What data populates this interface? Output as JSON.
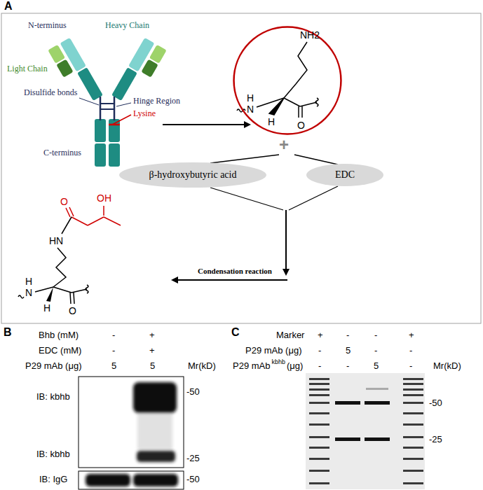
{
  "diagram": {
    "nodes": [
      {
        "text": [
          "NH2",
          "H",
          "N",
          "H",
          "O"
        ]
      },
      {
        "text": [
          "β-hydroxybutyric acid"
        ]
      },
      {
        "text": [
          "EDC"
        ]
      }
    ],
    "labels": [
      "A",
      "N-terminus",
      "Heavy Chain",
      "Light Chain",
      "Disulfide bonds",
      "Hinge Region",
      "Lysine",
      "C-terminus",
      "+",
      "Condensation reaction",
      "OH",
      "O",
      "HN",
      "H",
      "N",
      "H",
      "O",
      "B",
      "Bhb (mM)",
      "-",
      "+",
      "EDC (mM)",
      "-",
      "+",
      "P29 mAb (μg)",
      "5",
      "5",
      "Mr(kD)",
      "IB: kbhb",
      "-50",
      "IB: kbhb",
      "-25",
      "IB: IgG",
      "-50",
      "C",
      "Marker",
      "+",
      "-",
      "-",
      "+",
      "P29 mAb (μg)",
      "-",
      "5",
      "-",
      "-",
      "P29 mAb",
      "kbhb",
      "(μg)",
      "-",
      "-",
      "5",
      "-",
      "Mr(kD)",
      "-50",
      "-25"
    ]
  }
}
